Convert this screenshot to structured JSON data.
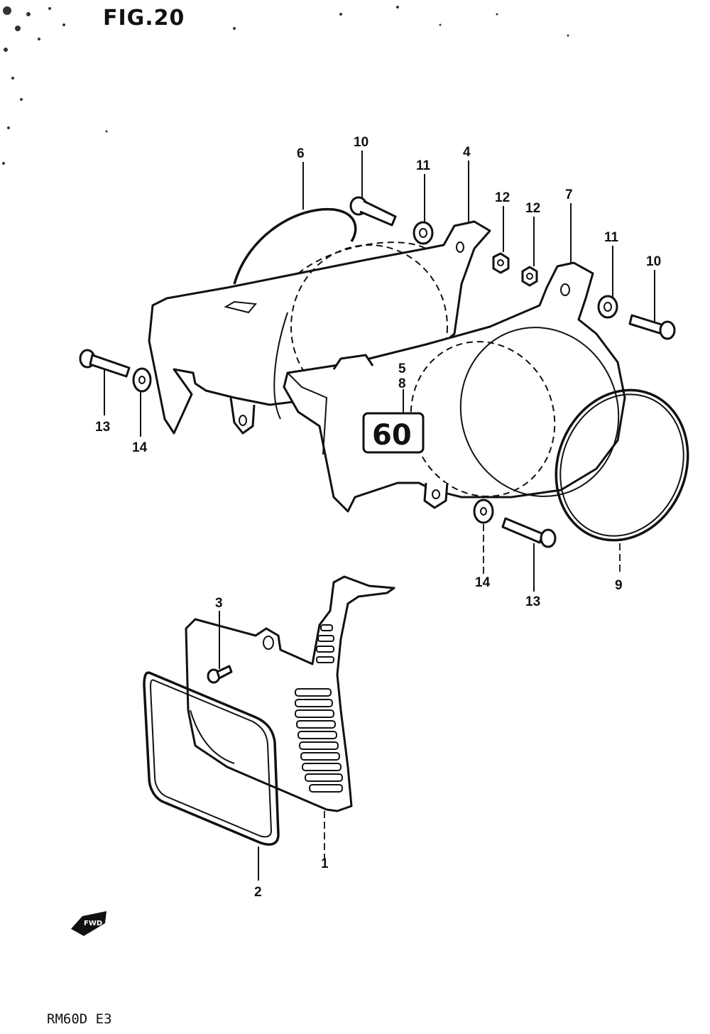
{
  "figure": {
    "title": "FIG.20",
    "model": "RM60D E3",
    "fwd_label": "FWD"
  },
  "callouts": [
    {
      "id": "c6",
      "label": "6"
    },
    {
      "id": "c10a",
      "label": "10"
    },
    {
      "id": "c11a",
      "label": "11"
    },
    {
      "id": "c4",
      "label": "4"
    },
    {
      "id": "c12a",
      "label": "12"
    },
    {
      "id": "c12b",
      "label": "12"
    },
    {
      "id": "c7",
      "label": "7"
    },
    {
      "id": "c11b",
      "label": "11"
    },
    {
      "id": "c10b",
      "label": "10"
    },
    {
      "id": "c5",
      "label": "5"
    },
    {
      "id": "c8",
      "label": "8"
    },
    {
      "id": "c13a",
      "label": "13"
    },
    {
      "id": "c14a",
      "label": "14"
    },
    {
      "id": "c14b",
      "label": "14"
    },
    {
      "id": "c13b",
      "label": "13"
    },
    {
      "id": "c9",
      "label": "9"
    },
    {
      "id": "c3",
      "label": "3"
    },
    {
      "id": "c1",
      "label": "1"
    },
    {
      "id": "c2",
      "label": "2"
    }
  ],
  "decal_text": "60"
}
